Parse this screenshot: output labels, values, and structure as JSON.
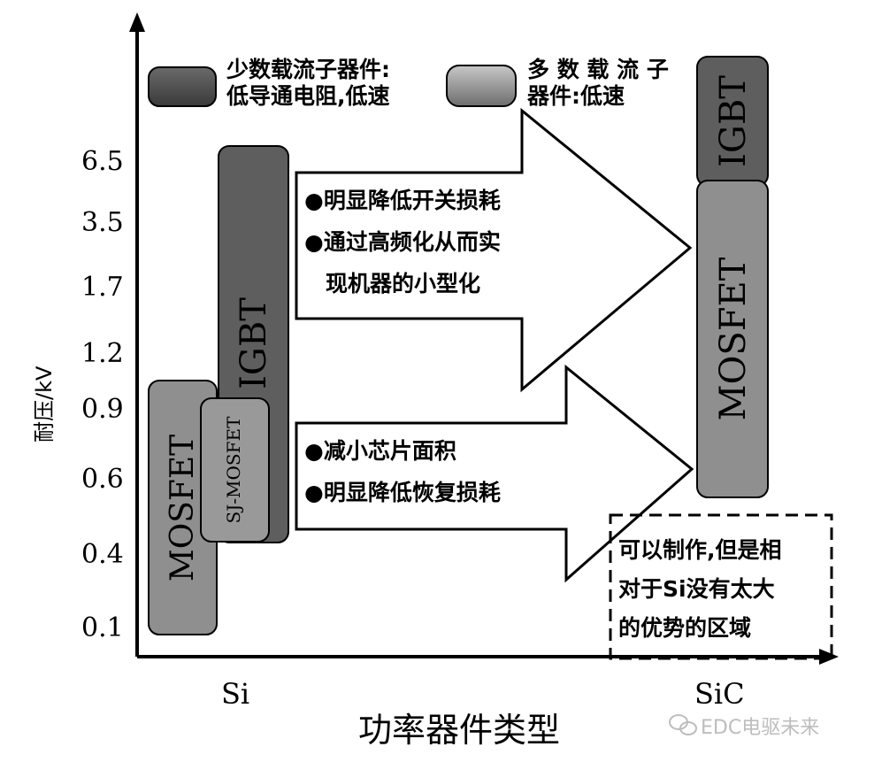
{
  "axes": {
    "y_label": "耐压/kV",
    "x_label": "功率器件类型",
    "y_ticks": [
      "6.5",
      "3.5",
      "1.7",
      "1.2",
      "0.9",
      "0.6",
      "0.4",
      "0.1"
    ],
    "x_categories": [
      "Si",
      "SiC"
    ]
  },
  "legend": {
    "dark": {
      "line1": "少数载流子器件:",
      "line2": "低导通电阻,低速"
    },
    "light": {
      "line1": "多 数 载 流 子",
      "line2": "器件:低速"
    }
  },
  "devices": {
    "si_mosfet": "MOSFET",
    "si_sj_mosfet": "SJ-MOSFET",
    "si_igbt": "IGBT",
    "sic_igbt": "IGBT",
    "sic_mosfet": "MOSFET"
  },
  "arrows": {
    "top": {
      "bullet1": "●明显降低开关损耗",
      "bullet2": "●通过高频化从而实",
      "bullet2_cont": "现机器的小型化"
    },
    "bottom": {
      "bullet1": "●减小芯片面积",
      "bullet2": "●明显降低恢复损耗"
    }
  },
  "note": {
    "line1": "可以制作,但是相",
    "line2": "对于Si没有太大",
    "line3": "的优势的区域"
  },
  "watermark": "EDC电驱未来",
  "colors": {
    "dark": "#5a5a5a",
    "light": "#8f8f8f",
    "axis": "#000000"
  }
}
